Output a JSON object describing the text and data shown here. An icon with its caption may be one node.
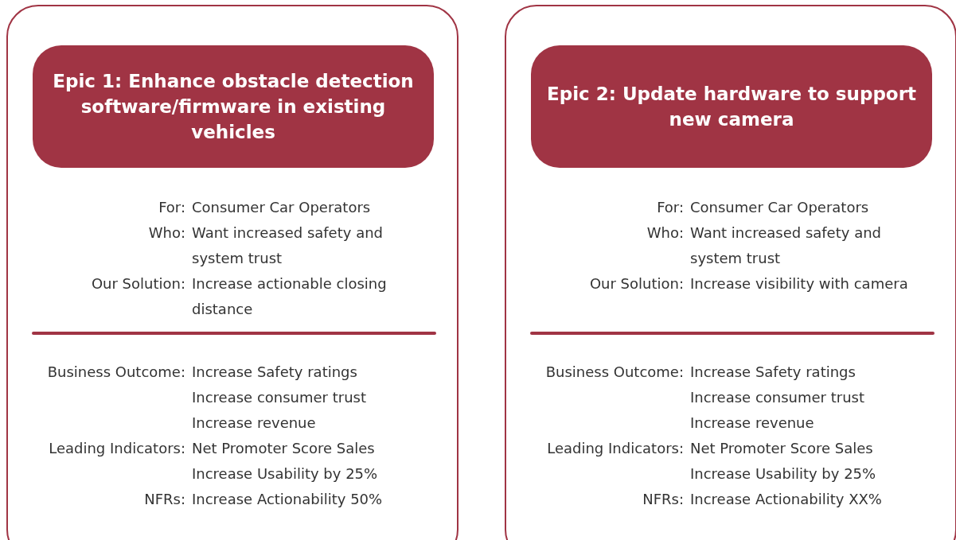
{
  "diagram": {
    "nodes": [
      {
        "text": [
          "For:",
          "Consumer Car Operators",
          "Who:",
          "Want increased safety and system trust",
          "Our Solution:",
          "Increase actionable closing distance",
          "Business Outcome:",
          "Increase Safety ratings",
          "Increase consumer trust",
          "Increase revenue",
          "Leading Indicators:",
          "Net Promoter Score Sales",
          "Increase Usability by 25%",
          "NFRs:",
          "Increase Actionability 50%"
        ]
      },
      {
        "text": [
          "Epic 1: Enhance obstacle detection software/firmware in existing vehicles"
        ],
        "in": 0
      },
      {
        "text": [
          "For:",
          "Consumer Car Operators",
          "Who:",
          "Want increased safety and system trust",
          "Our Solution:",
          "Increase visibility with camera",
          "Business Outcome:",
          "Increase Safety ratings",
          "Increase consumer trust",
          "Increase revenue",
          "Leading Indicators:",
          "Net Promoter Score Sales",
          "Increase Usability by 25%",
          "NFRs:",
          "Increase Actionability XX%"
        ]
      },
      {
        "text": [
          "Epic 2: Update hardware to support new camera"
        ],
        "in": 2
      }
    ]
  }
}
